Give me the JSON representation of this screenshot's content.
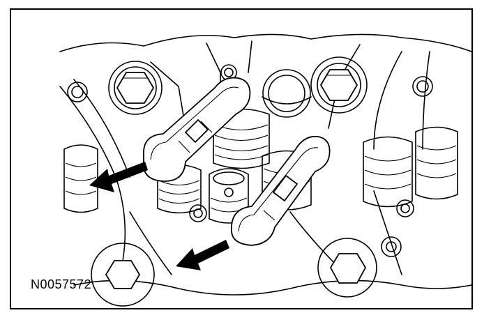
{
  "figure": {
    "id_label": "N0057572",
    "colors": {
      "line": "#000000",
      "background": "#ffffff"
    },
    "callouts": [
      "arrow-pointing-to-left-valve-stem-seal-tool",
      "arrow-pointing-to-right-valve-stem-seal-tool"
    ]
  }
}
